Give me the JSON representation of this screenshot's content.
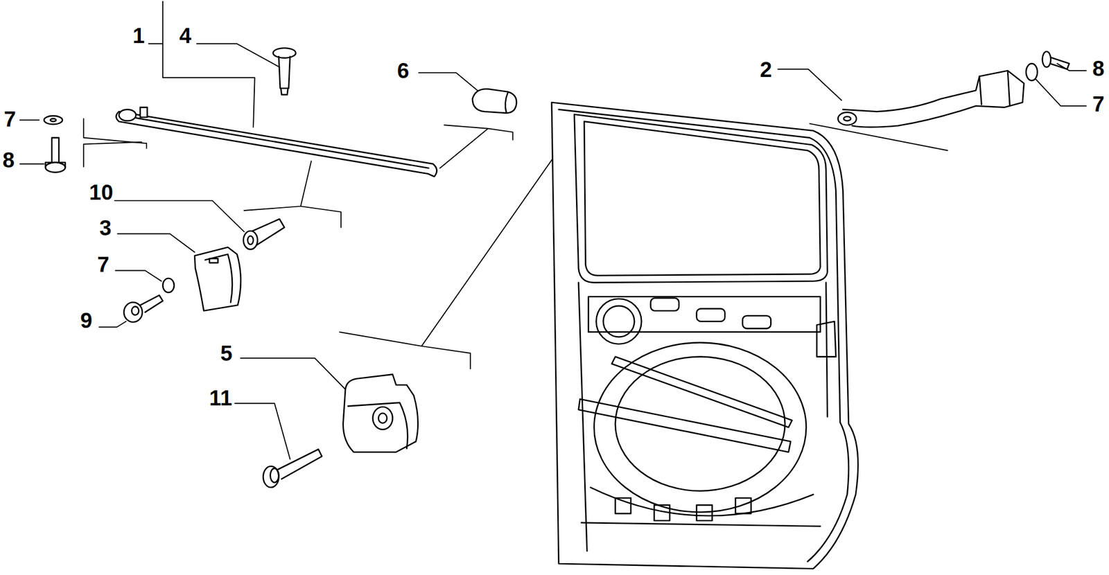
{
  "diagram": {
    "labels": [
      "1",
      "4",
      "6",
      "2",
      "8",
      "7",
      "7",
      "8",
      "10",
      "3",
      "7",
      "9",
      "5",
      "11"
    ]
  }
}
